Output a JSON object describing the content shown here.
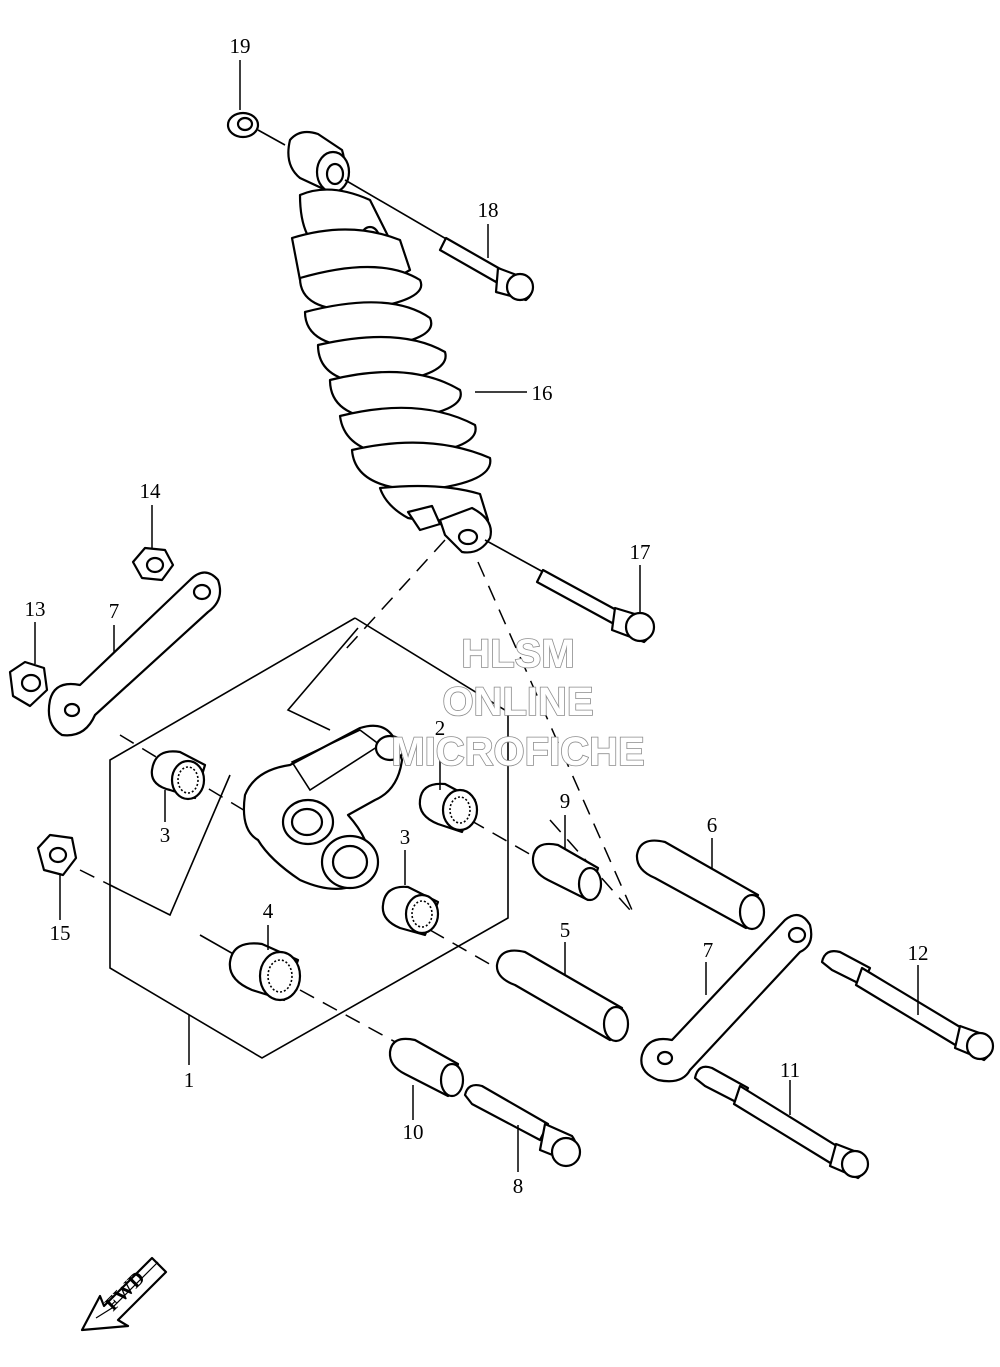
{
  "watermark": {
    "line1": "HLSM",
    "line2": "ONLINE",
    "line3": "MICROFICHE"
  },
  "direction_arrow": {
    "label": "FWD",
    "icon": "fwd-arrow-icon"
  },
  "callouts": [
    {
      "id": "c19",
      "label": "19"
    },
    {
      "id": "c18",
      "label": "18"
    },
    {
      "id": "c16",
      "label": "16"
    },
    {
      "id": "c14",
      "label": "14"
    },
    {
      "id": "c17",
      "label": "17"
    },
    {
      "id": "c13",
      "label": "13"
    },
    {
      "id": "c7a",
      "label": "7"
    },
    {
      "id": "c2",
      "label": "2"
    },
    {
      "id": "c3a",
      "label": "3"
    },
    {
      "id": "c9",
      "label": "9"
    },
    {
      "id": "c6",
      "label": "6"
    },
    {
      "id": "c3b",
      "label": "3"
    },
    {
      "id": "c15",
      "label": "15"
    },
    {
      "id": "c4",
      "label": "4"
    },
    {
      "id": "c5",
      "label": "5"
    },
    {
      "id": "c7b",
      "label": "7"
    },
    {
      "id": "c12",
      "label": "12"
    },
    {
      "id": "c1",
      "label": "1"
    },
    {
      "id": "c11",
      "label": "11"
    },
    {
      "id": "c10",
      "label": "10"
    },
    {
      "id": "c8",
      "label": "8"
    }
  ]
}
